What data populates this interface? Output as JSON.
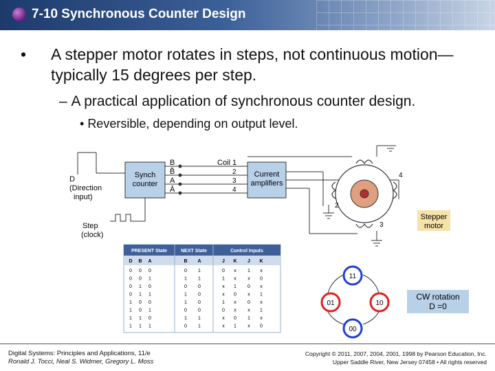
{
  "slide": {
    "title": "7-10 Synchronous Counter Design",
    "bullets": [
      {
        "text": "A stepper motor rotates in steps, not continuous motion—typically 15 degrees per step."
      },
      {
        "text": "A practical application of synchronous counter design."
      },
      {
        "text": "Reversible, depending on output level."
      }
    ]
  },
  "circuit": {
    "sync_counter_label": [
      "Synch",
      "counter"
    ],
    "direction_label": [
      "D",
      "(Direction",
      "input)"
    ],
    "step_label": [
      "Step",
      "(clock)"
    ],
    "outputs": [
      "B",
      "B̄",
      "A",
      "Ā"
    ],
    "wire_numbers": [
      "2",
      "3",
      "4"
    ],
    "coil1_label": "Coil 1",
    "amplifier_label": [
      "Current",
      "amplifiers"
    ],
    "coil_numbers": [
      "4",
      "2",
      "3"
    ],
    "stepper_label": [
      "Stepper",
      "motor"
    ]
  },
  "state_table": {
    "headers": [
      "PRESENT State",
      "NEXT State",
      "Control Inputs"
    ],
    "subheaders": [
      "D",
      "B",
      "A",
      "B",
      "A",
      "J",
      "K",
      "J",
      "K"
    ],
    "rows": [
      [
        "0",
        "0",
        "0",
        "0",
        "1",
        "0",
        "x",
        "1",
        "x"
      ],
      [
        "0",
        "0",
        "1",
        "1",
        "1",
        "1",
        "x",
        "x",
        "0"
      ],
      [
        "0",
        "1",
        "0",
        "0",
        "0",
        "x",
        "1",
        "0",
        "x"
      ],
      [
        "0",
        "1",
        "1",
        "1",
        "0",
        "x",
        "0",
        "x",
        "1"
      ],
      [
        "1",
        "0",
        "0",
        "1",
        "0",
        "1",
        "x",
        "0",
        "x"
      ],
      [
        "1",
        "0",
        "1",
        "0",
        "0",
        "0",
        "x",
        "x",
        "1"
      ],
      [
        "1",
        "1",
        "0",
        "1",
        "1",
        "x",
        "0",
        "1",
        "x"
      ],
      [
        "1",
        "1",
        "1",
        "0",
        "1",
        "x",
        "1",
        "x",
        "0"
      ]
    ]
  },
  "state_diagram": {
    "states": [
      "11",
      "10",
      "00",
      "01"
    ],
    "colors": {
      "11": "#1f3fcf",
      "10": "#e02020",
      "00": "#1f3fcf",
      "01": "#e02020"
    },
    "rotation_label": [
      "CW rotation",
      "D =0"
    ]
  },
  "footer": {
    "left_line1": "Digital Systems: Principles and Applications, 11/e",
    "left_line2": "Ronald J. Tocci, Neal S. Widmer, Gregory L. Moss",
    "right_line1": "Copyright © 2011, 2007, 2004, 2001, 1998 by Pearson Education, Inc.",
    "right_line2": "Upper Saddle River, New Jersey 07458 • All rights reserved"
  }
}
